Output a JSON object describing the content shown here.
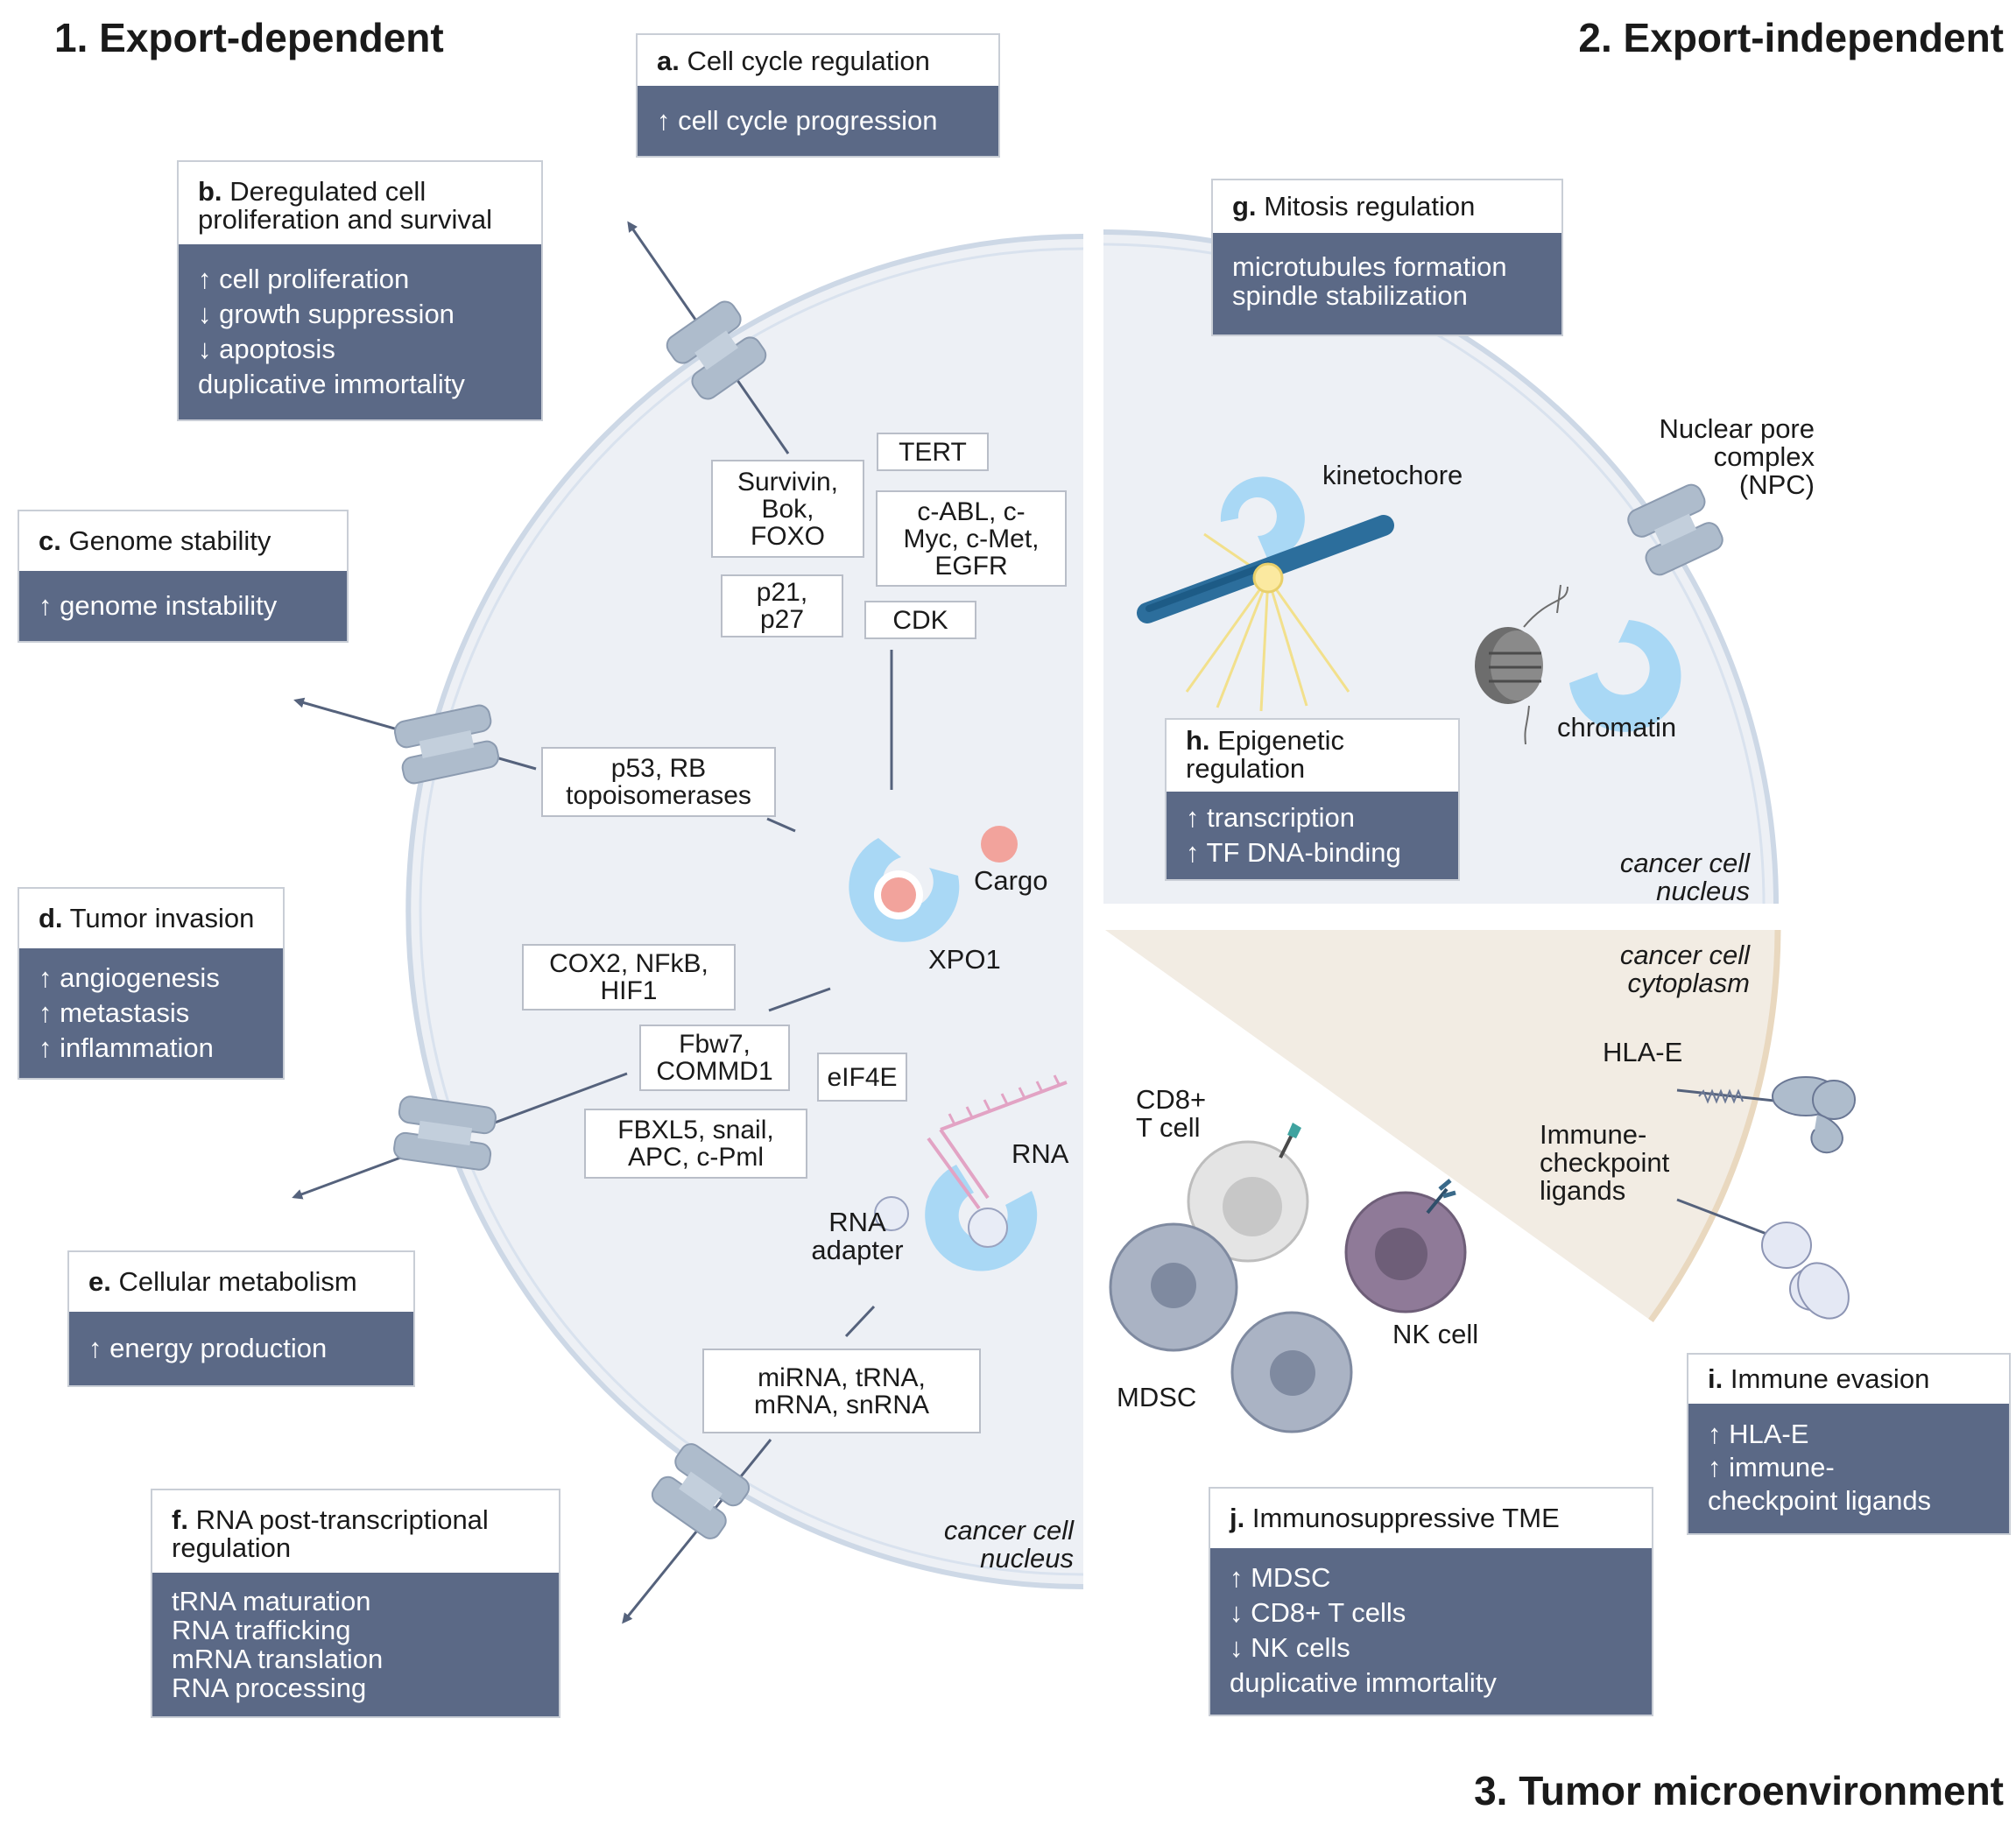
{
  "headings": {
    "export_dependent": "1.  Export-dependent",
    "export_independent": "2. Export-independent",
    "tumor_microenvironment": "3. Tumor microenvironment"
  },
  "boxes": {
    "a": {
      "letter": "a.",
      "title": "Cell cycle regulation",
      "lines": [
        "↑ cell cycle progression"
      ]
    },
    "b": {
      "letter": "b.",
      "title": "Deregulated cell",
      "title2": "proliferation and survival",
      "lines": [
        "↑ cell proliferation",
        "↓ growth suppression",
        "↓ apoptosis",
        "duplicative immortality"
      ]
    },
    "c": {
      "letter": "c.",
      "title": "Genome stability",
      "lines": [
        "↑ genome instability"
      ]
    },
    "d": {
      "letter": "d.",
      "title": "Tumor invasion",
      "lines": [
        "↑ angiogenesis",
        "↑ metastasis",
        "↑ inflammation"
      ]
    },
    "e": {
      "letter": "e.",
      "title": "Cellular metabolism",
      "lines": [
        "↑ energy production"
      ]
    },
    "f": {
      "letter": "f.",
      "title": "RNA post-transcriptional",
      "title2": "regulation",
      "lines": [
        "tRNA maturation",
        "RNA trafficking",
        "mRNA translation",
        "RNA processing"
      ]
    },
    "g": {
      "letter": "g.",
      "title": "Mitosis regulation",
      "lines": [
        "microtubules formation",
        "spindle stabilization"
      ]
    },
    "h": {
      "letter": "h.",
      "title": "Epigenetic",
      "title2": "regulation",
      "lines": [
        "↑ transcription",
        "↑ TF DNA-binding"
      ]
    },
    "i": {
      "letter": "i.",
      "title": "Immune evasion",
      "lines": [
        "↑ HLA-E",
        "↑ immune-",
        "checkpoint ligands"
      ]
    },
    "j": {
      "letter": "j.",
      "title": "Immunosuppressive TME",
      "lines": [
        "↑ MDSC",
        "↓ CD8+ T cells",
        "↓ NK cells",
        "duplicative immortality"
      ]
    }
  },
  "cargo_tags": {
    "tert": "TERT",
    "survivin": "Survivin,\nBok,\nFOXO",
    "cabl": "c-ABL, c-\nMyc, c-Met,\nEGFR",
    "p21": "p21,\np27",
    "cdk": "CDK",
    "p53": "p53, RB\ntopoisomerases",
    "cox2": "COX2, NFkB,\nHIF1",
    "fbw7": "Fbw7,\nCOMMD1",
    "eif4e": "eIF4E",
    "fbxl5": "FBXL5, snail,\nAPC, c-Pml",
    "mirna": "miRNA, tRNA,\nmRNA, snRNA"
  },
  "labels": {
    "cargo": "Cargo",
    "xpo1": "XPO1",
    "rna": "RNA",
    "rna_adapter": "RNA\nadapter",
    "nucleus_left": "cancer cell\nnucleus",
    "kinetochore": "kinetochore",
    "npc": "Nuclear pore\ncomplex\n(NPC)",
    "chromatin": "chromatin",
    "nucleus_right": "cancer cell\nnucleus",
    "cytoplasm": "cancer cell\ncytoplasm",
    "hla_e": "HLA-E",
    "immune_checkpoint": "Immune-\ncheckpoint\nligands",
    "cd8": "CD8+\nT cell",
    "nk_cell": "NK cell",
    "mdsc": "MDSC"
  },
  "colors": {
    "nucleus_fill": "#edf0f5",
    "nucleus_border": "#cdd8e6",
    "box_body": "#5b6986",
    "xpo1_blue": "#a9d8f5",
    "cargo_pink": "#f2a39c",
    "cytoplasm": "#f2ece3",
    "pore": "#aebccc"
  }
}
